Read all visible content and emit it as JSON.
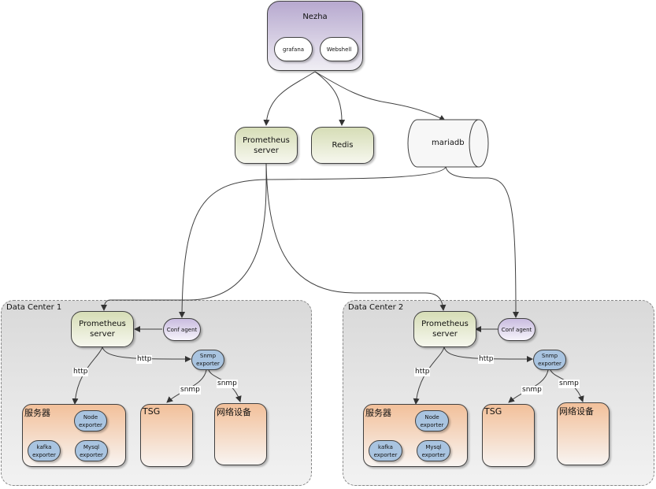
{
  "diagram": {
    "top": {
      "nezha": {
        "title": "Nezha",
        "children": [
          "grafana",
          "Webshell"
        ]
      },
      "prometheus_server": "Prometheus\nserver",
      "redis": "Redis",
      "mariadb": "mariadb"
    },
    "data_centers": [
      {
        "label": "Data Center 1",
        "prometheus_server": "Prometheus server",
        "conf_agent": "Conf agent",
        "snmp_exporter": "Snmp exporter",
        "servers": {
          "label": "服务器",
          "exporters": [
            "Node exporter",
            "kafka exporter",
            "Mysql exporter"
          ]
        },
        "tsg": "TSG",
        "network_devices": "网络设备",
        "edges": {
          "http_servers": "http",
          "http_snmp": "http",
          "snmp_tsg": "snmp",
          "snmp_net": "snmp"
        }
      },
      {
        "label": "Data Center 2",
        "prometheus_server": "Prometheus server",
        "conf_agent": "Conf agent",
        "snmp_exporter": "Snmp exporter",
        "servers": {
          "label": "服务器",
          "exporters": [
            "Node exporter",
            "kafka exporter",
            "Mysql exporter"
          ]
        },
        "tsg": "TSG",
        "network_devices": "网络设备",
        "edges": {
          "http_servers": "http",
          "http_snmp": "http",
          "snmp_tsg": "snmp",
          "snmp_net": "snmp"
        }
      }
    ]
  }
}
